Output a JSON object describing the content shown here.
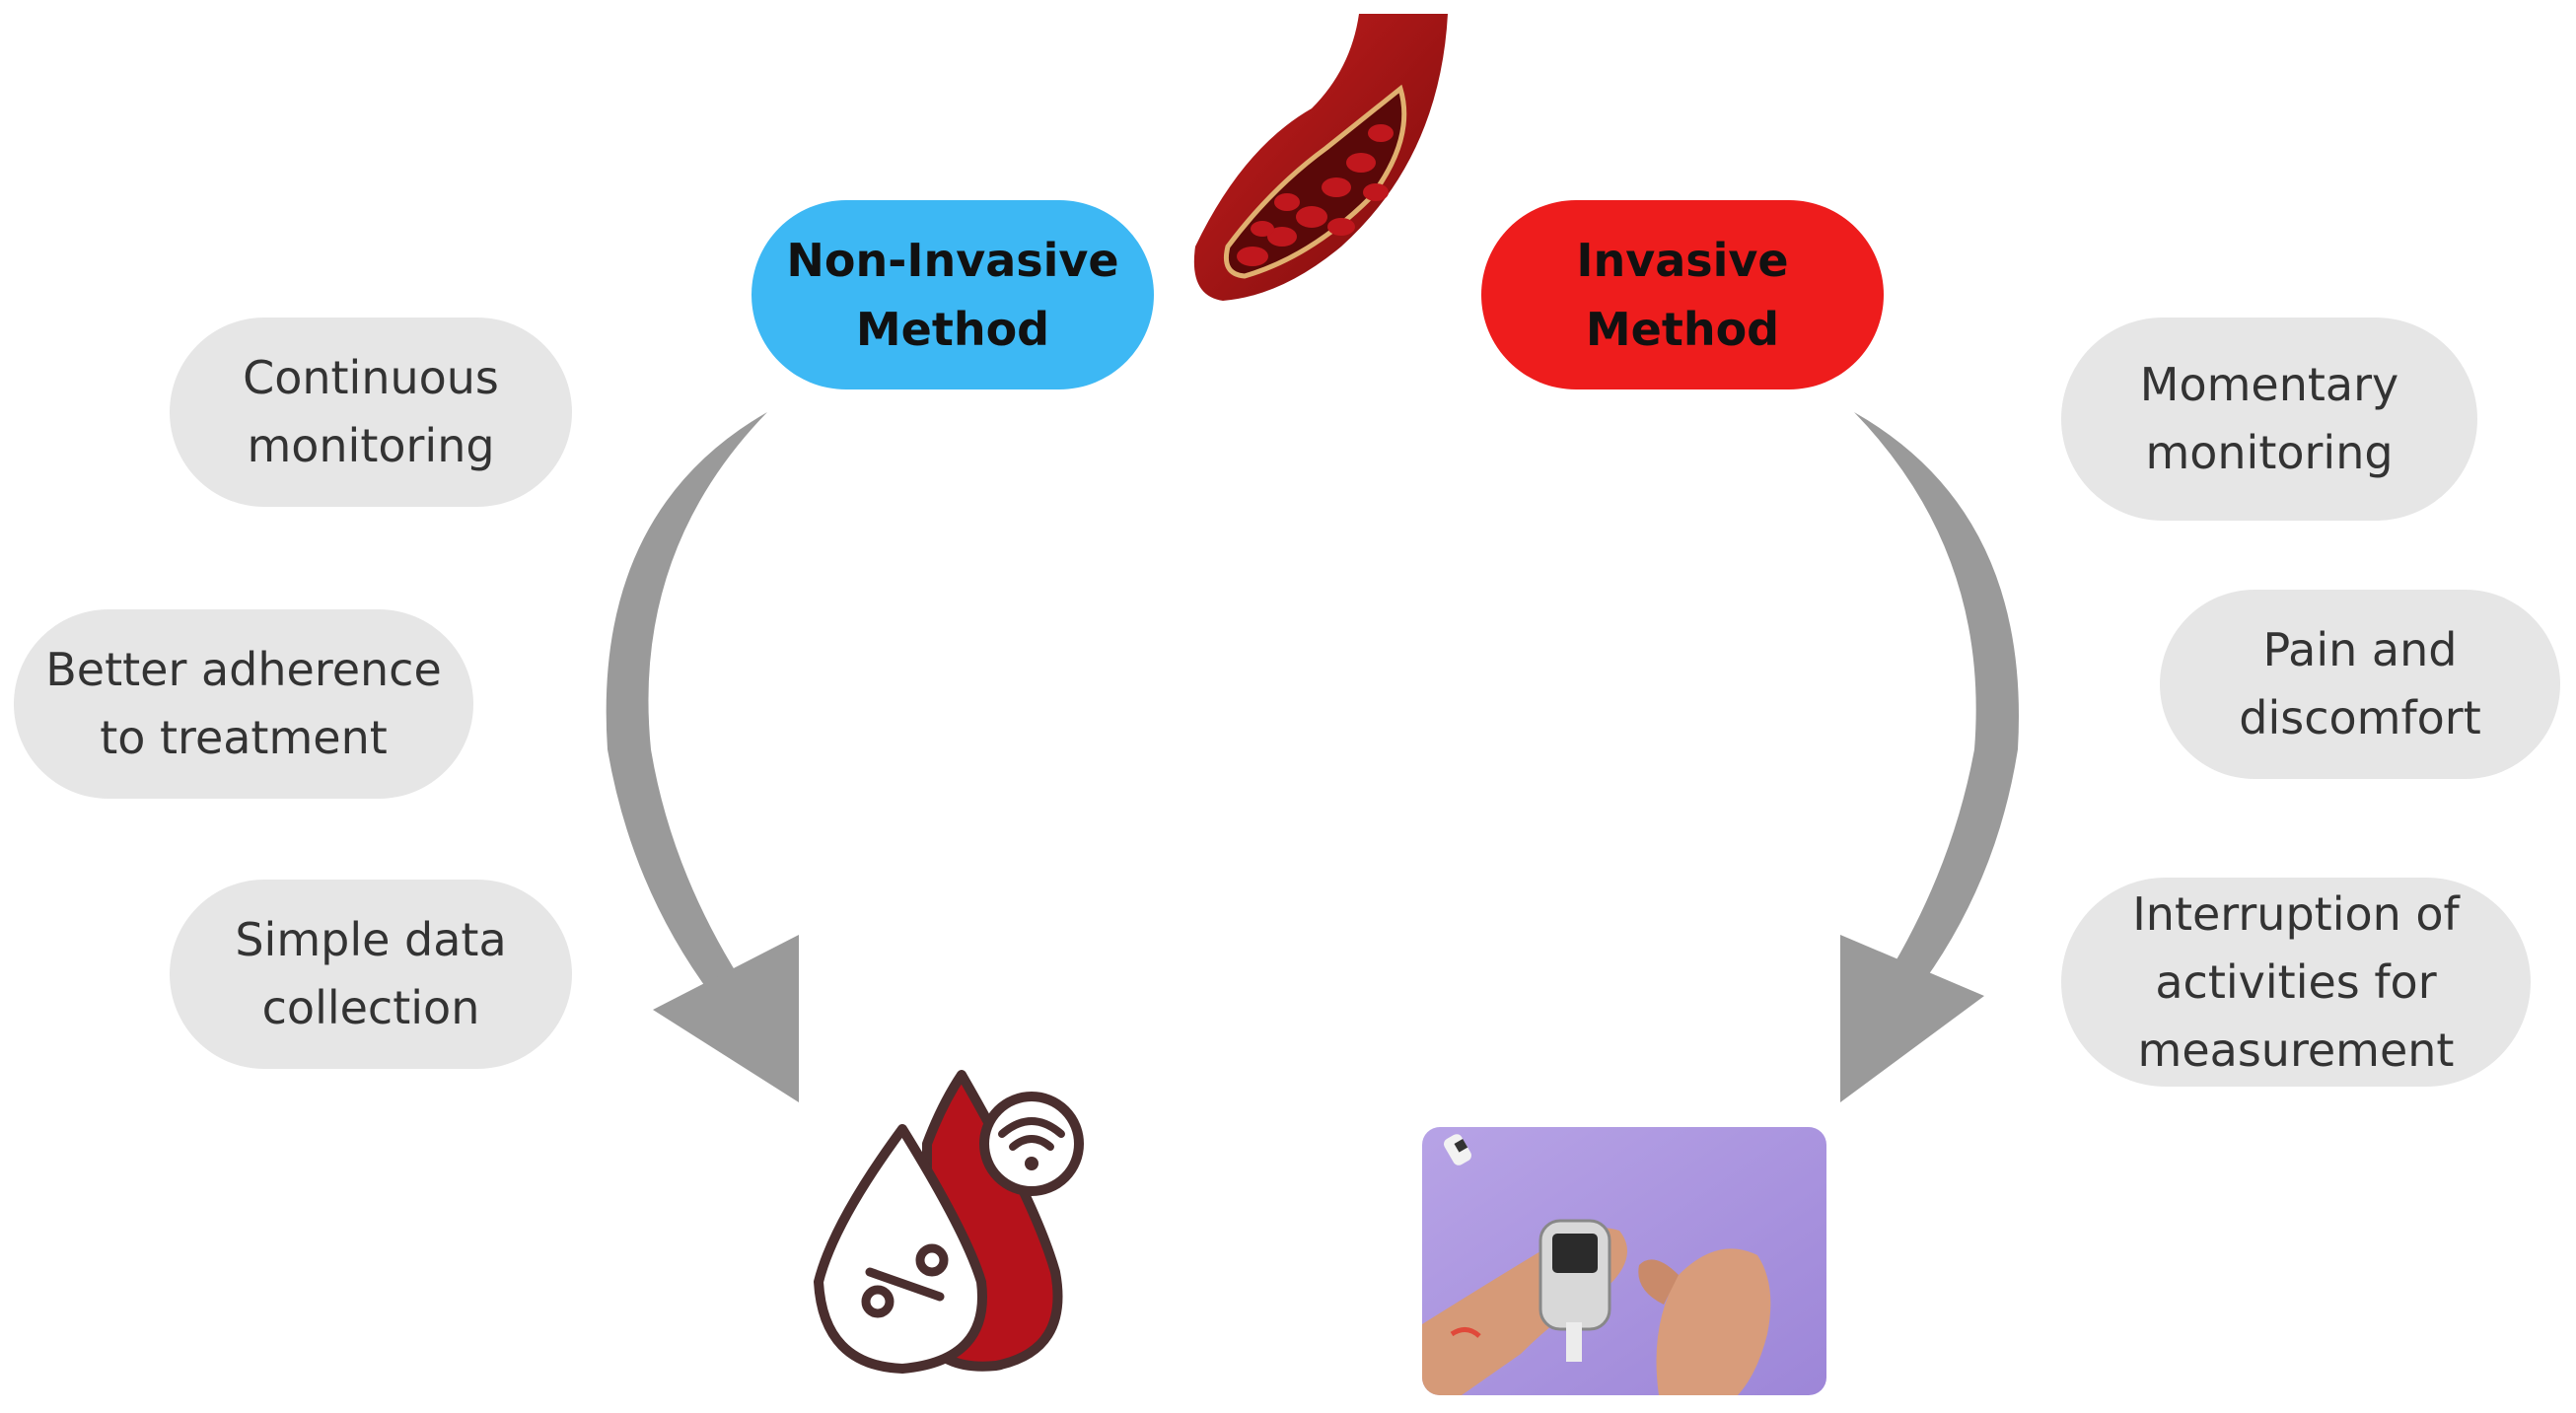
{
  "diagram": {
    "methods": {
      "non_invasive": {
        "label": "Non-Invasive\nMethod",
        "color": "#3db8f4"
      },
      "invasive": {
        "label": "Invasive\nMethod",
        "color": "#ee1c1c"
      }
    },
    "non_invasive_features": [
      "Continuous\nmonitoring",
      "Better adherence\nto treatment",
      "Simple data\ncollection"
    ],
    "invasive_features": [
      "Momentary\nmonitoring",
      "Pain and\ndiscomfort",
      "Interruption of\nactivities for\nmeasurement"
    ],
    "icons": {
      "top": "blood-vessel-icon",
      "non_invasive_result": "blood-drop-wireless-icon",
      "invasive_result": "glucose-meter-photo"
    },
    "colors": {
      "arrow": "#9a9a9a",
      "pill_background": "#e6e6e6",
      "blood": "#b5121b"
    }
  }
}
